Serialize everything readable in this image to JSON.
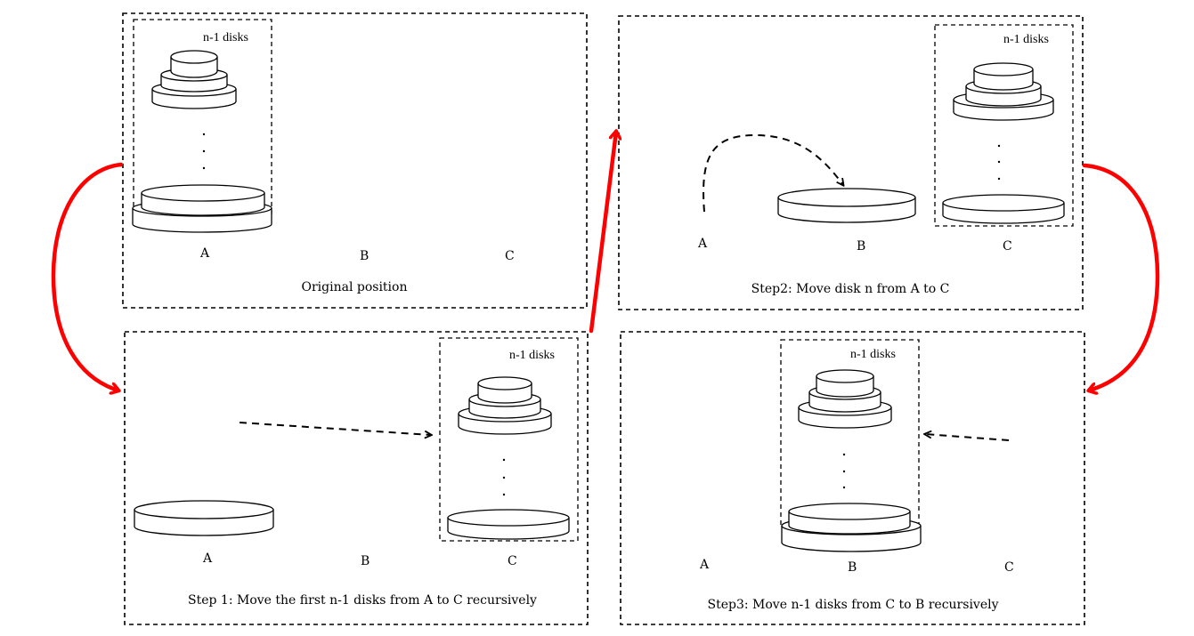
{
  "panels": {
    "original": {
      "caption": "Original position",
      "tower_label": "n-1 disks",
      "pegs": [
        "A",
        "B",
        "C"
      ]
    },
    "step1": {
      "caption": "Step 1: Move the first n-1 disks from A to C recursively",
      "tower_label": "n-1 disks",
      "pegs": [
        "A",
        "B",
        "C"
      ]
    },
    "step2": {
      "caption": "Step2: Move disk n from A to C",
      "tower_label": "n-1 disks",
      "pegs": [
        "A",
        "B",
        "C"
      ]
    },
    "step3": {
      "caption": "Step3: Move n-1 disks from C to B recursively",
      "tower_label": "n-1 disks",
      "pegs": [
        "A",
        "B",
        "C"
      ]
    }
  },
  "colors": {
    "flow_arrow": "#ff0000",
    "lines": "#000000"
  }
}
